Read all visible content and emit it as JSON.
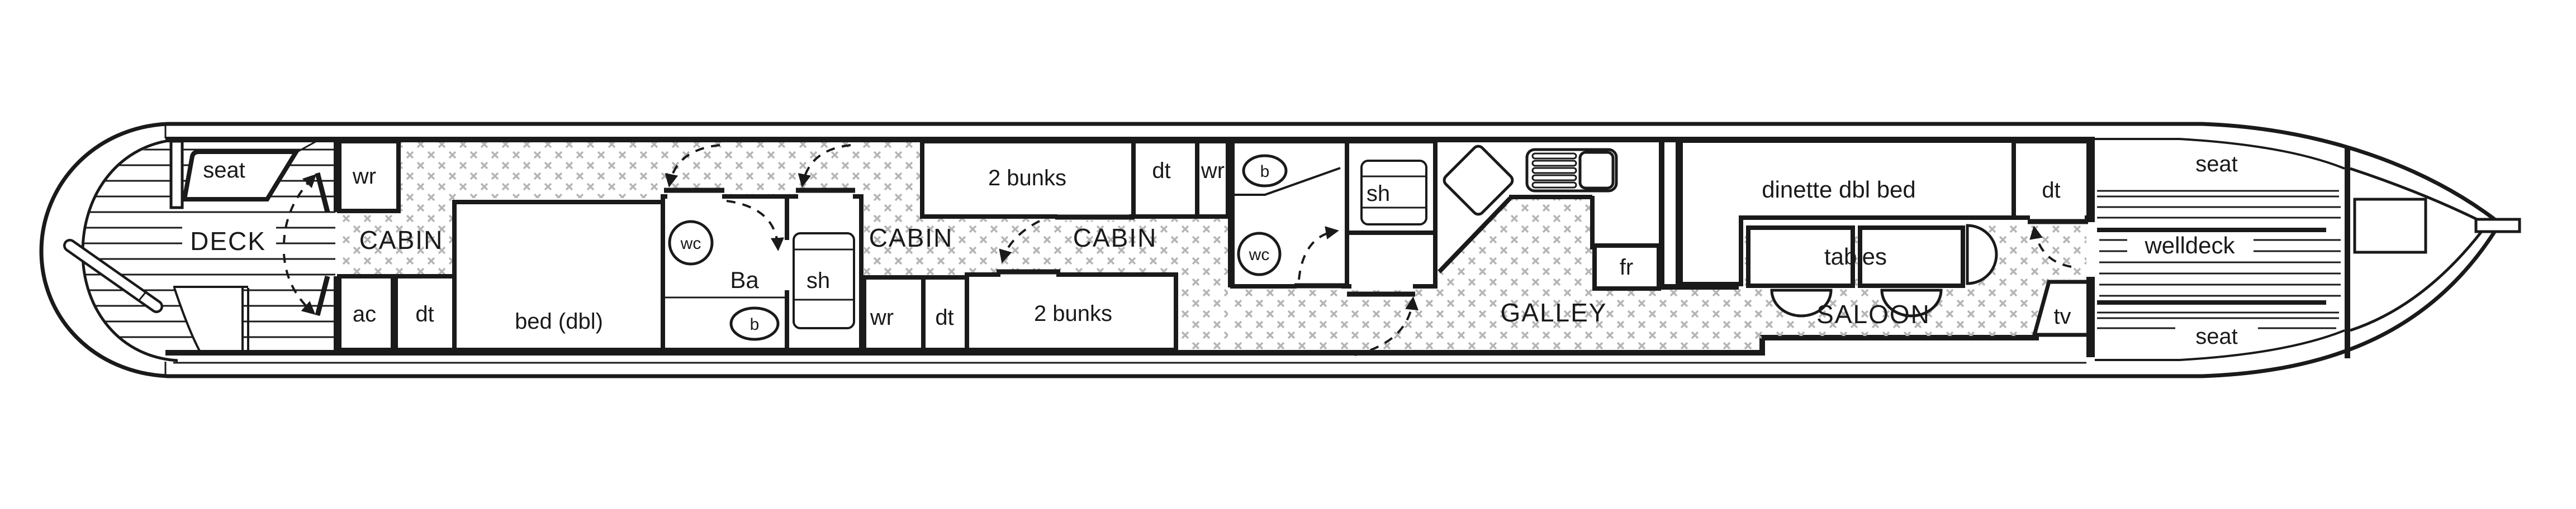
{
  "colors": {
    "background": "#ffffff",
    "line": "#1a1a1a",
    "hatch": "#b5b5b5"
  },
  "plan": {
    "stern_deck": {
      "deck_label": "DECK",
      "seat_label": "seat"
    },
    "stern_cabin": {
      "cabin_label": "CABIN",
      "wr_label": "wr",
      "ac_label": "ac",
      "dt_label": "dt",
      "bed_label": "bed (dbl)"
    },
    "bathroom1": {
      "room_label": "Ba",
      "wc_label": "wc",
      "basin_label": "b",
      "shower_label": "sh"
    },
    "cabin2": {
      "cabin_label": "CABIN",
      "bunks_label": "2 bunks",
      "wr_label": "wr",
      "dt_label": "dt"
    },
    "cabin3": {
      "cabin_label": "CABIN",
      "bunks_label": "2 bunks",
      "dt_label": "dt",
      "wr_label": "wr"
    },
    "bathroom2": {
      "basin_label": "b",
      "wc_label": "wc",
      "shower_label": "sh"
    },
    "galley": {
      "galley_label": "GALLEY",
      "fridge_label": "fr"
    },
    "dinette": {
      "dinette_label": "dinette dbl bed",
      "dt_label": "dt"
    },
    "saloon": {
      "saloon_label": "SALOON",
      "tables_label": "tables",
      "tv_label": "tv"
    },
    "welldeck": {
      "welldeck_label": "welldeck",
      "seat_top_label": "seat",
      "seat_bottom_label": "seat"
    }
  }
}
